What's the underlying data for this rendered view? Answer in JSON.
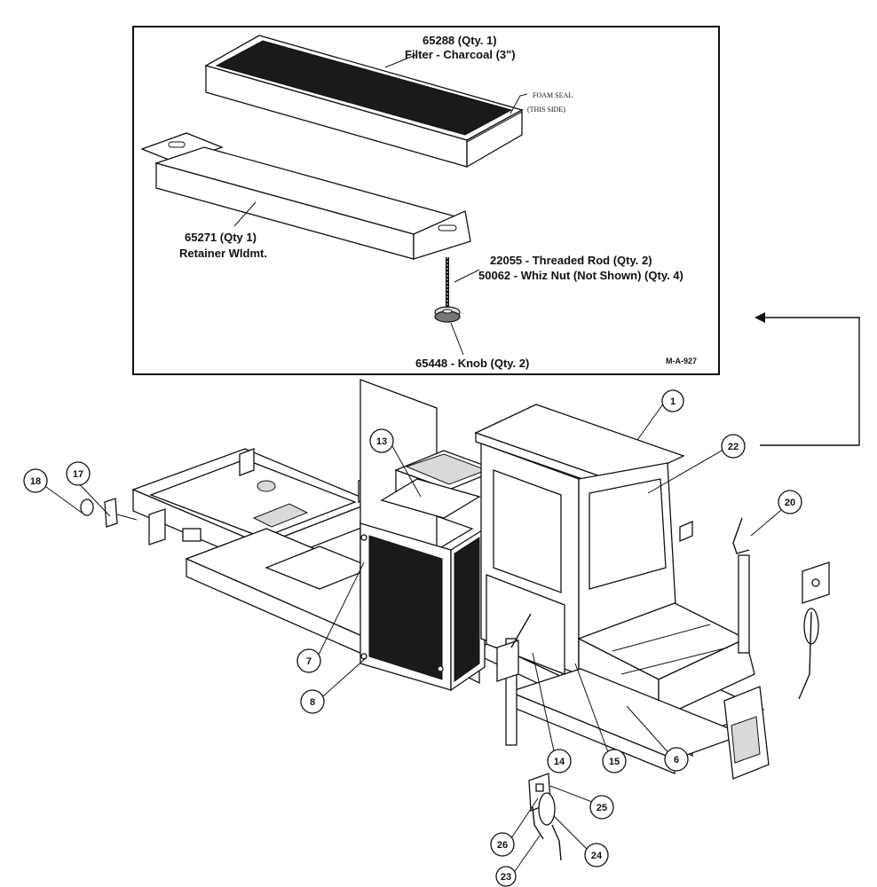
{
  "inset": {
    "filter_part": "65288 (Qty. 1)",
    "filter_desc": "Filter - Charcoal (3\")",
    "foam_seal_line1": "FOAM SEAL",
    "foam_seal_line2": "(THIS SIDE)",
    "retainer_part": "65271 (Qty 1)",
    "retainer_desc": "Retainer Wldmt.",
    "rod_label": "22055 - Threaded Rod (Qty. 2)",
    "nut_label": "50062 - Whiz Nut (Not Shown) (Qty. 4)",
    "knob_label": "65448 - Knob (Qty. 2)",
    "drawing_code": "M-A-927"
  },
  "callouts": {
    "c1": "1",
    "c6": "6",
    "c7": "7",
    "c8": "8",
    "c13": "13",
    "c14": "14",
    "c15": "15",
    "c17": "17",
    "c18": "18",
    "c20": "20",
    "c22": "22",
    "c23": "23",
    "c24": "24",
    "c25": "25",
    "c26": "26"
  }
}
